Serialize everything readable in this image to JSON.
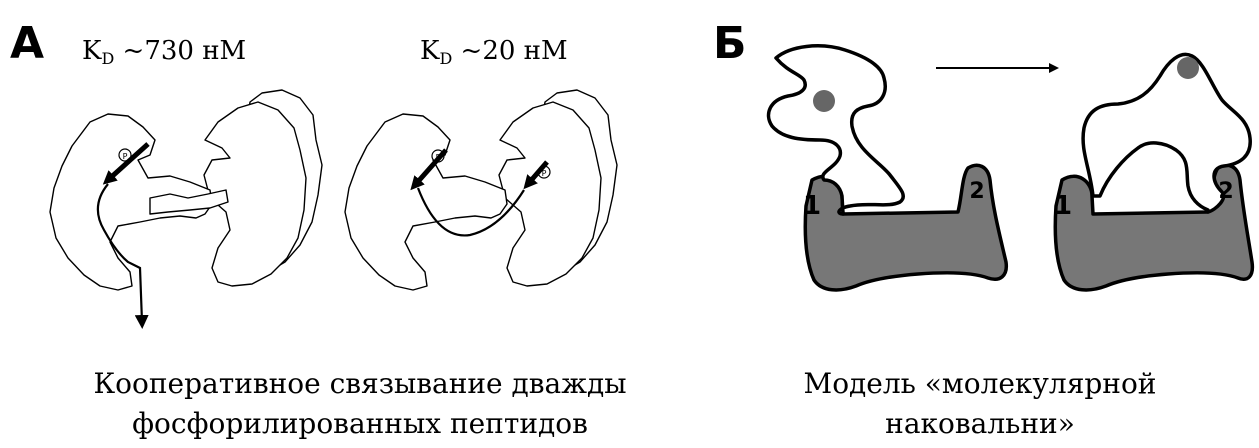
{
  "panel_a": {
    "letter": "А",
    "kd_left": {
      "symbol": "K",
      "subscript": "D",
      "value": "~730 нМ"
    },
    "kd_right": {
      "symbol": "K",
      "subscript": "D",
      "value": "~20 нМ"
    },
    "phospho_mark": "P",
    "caption_line1": "Кооперативное связывание дважды",
    "caption_line2": "фосфорилированных пептидов"
  },
  "panel_b": {
    "letter": "Б",
    "domain_labels": [
      "1",
      "2",
      "1",
      "2"
    ],
    "caption_line1": "Модель «молекулярной",
    "caption_line2": "наковальни»",
    "colors": {
      "anvil_fill": "#777777",
      "ball_fill": "#666666",
      "outline": "#000000"
    }
  }
}
